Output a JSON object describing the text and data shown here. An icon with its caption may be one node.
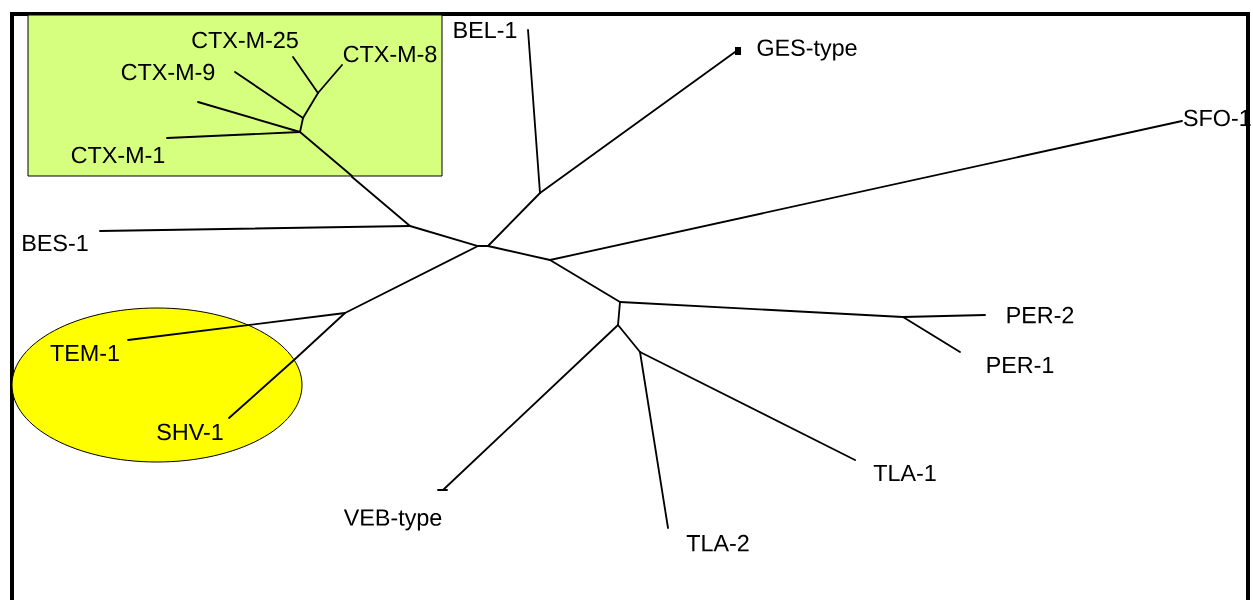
{
  "diagram": {
    "nodes": [
      {
        "text": [
          "CTX-M-25",
          "CTX-M-8",
          "CTX-M-9",
          "CTX-M-1"
        ]
      },
      {
        "text": [
          "TEM-1",
          "SHV-1"
        ]
      }
    ],
    "edges": [
      {
        "from": 0,
        "to": 1,
        "arrow": "none"
      }
    ],
    "labels": [
      "BEL-1",
      "GES-type",
      "SFO-1",
      "BES-1",
      "PER-2",
      "PER-1",
      "TLA-1",
      "VEB-type",
      "TLA-2"
    ]
  }
}
